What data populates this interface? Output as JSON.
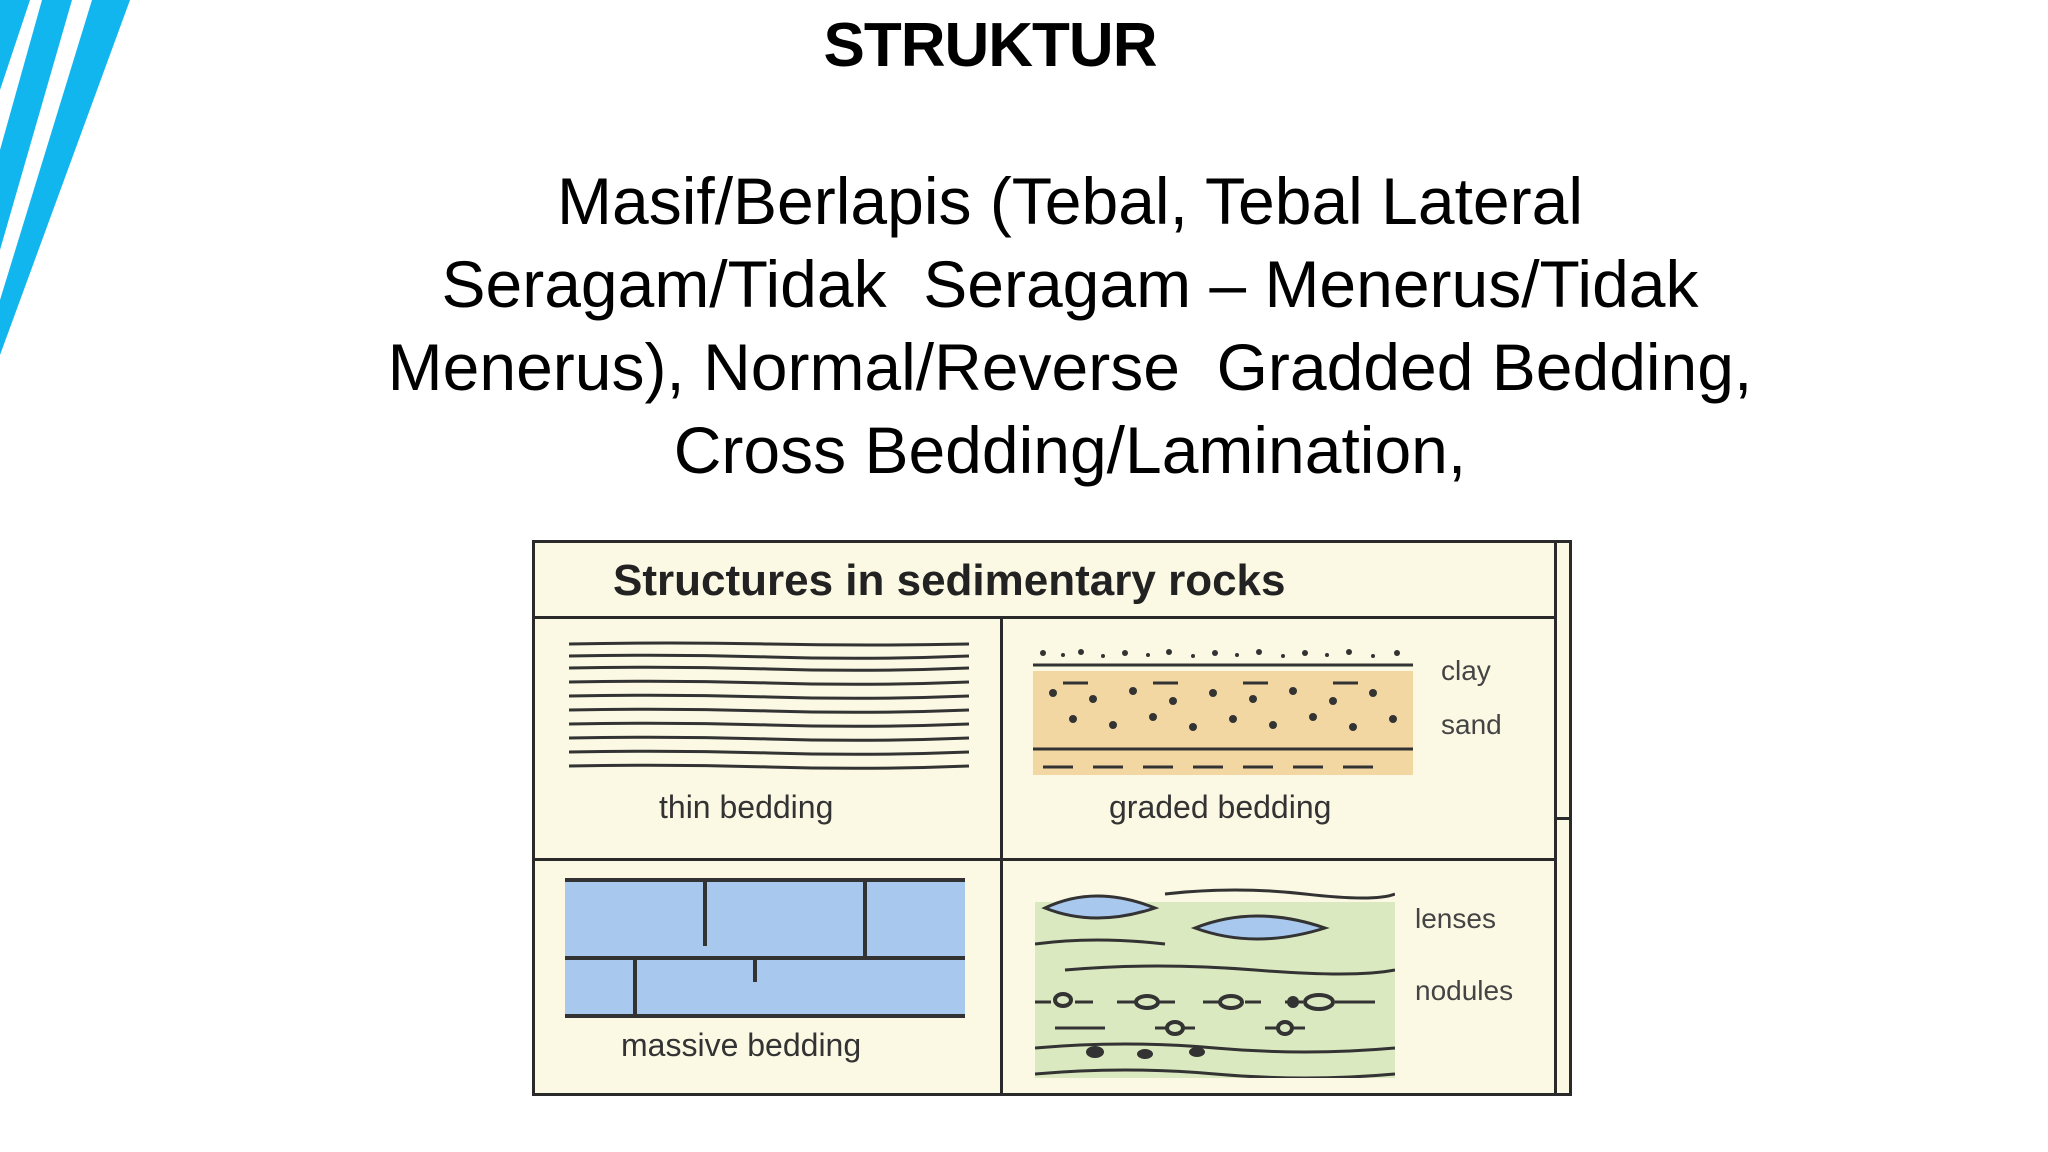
{
  "slide": {
    "title": "STRUKTUR",
    "body_lines": [
      "Masif/Berlapis (Tebal, Tebal Lateral",
      "Seragam/Tidak  Seragam – Menerus/Tidak",
      "Menerus), Normal/Reverse  Gradded Bedding,",
      "Cross Bedding/Lamination,"
    ]
  },
  "figure": {
    "title": "Structures in sedimentary rocks",
    "panels": {
      "thin_bedding": "thin bedding",
      "graded_bedding": "graded bedding",
      "massive_bedding": "massive bedding"
    },
    "labels": {
      "clay": "clay",
      "sand": "sand",
      "lenses": "lenses",
      "nodules": "nodules"
    }
  },
  "colors": {
    "accent_stripe": "#12b6ee",
    "figure_background": "#fbf8e3",
    "massive_fill": "#a8c8ee",
    "graded_fill": "#f3d7a3",
    "lenses_fill": "#dbe9c1"
  }
}
